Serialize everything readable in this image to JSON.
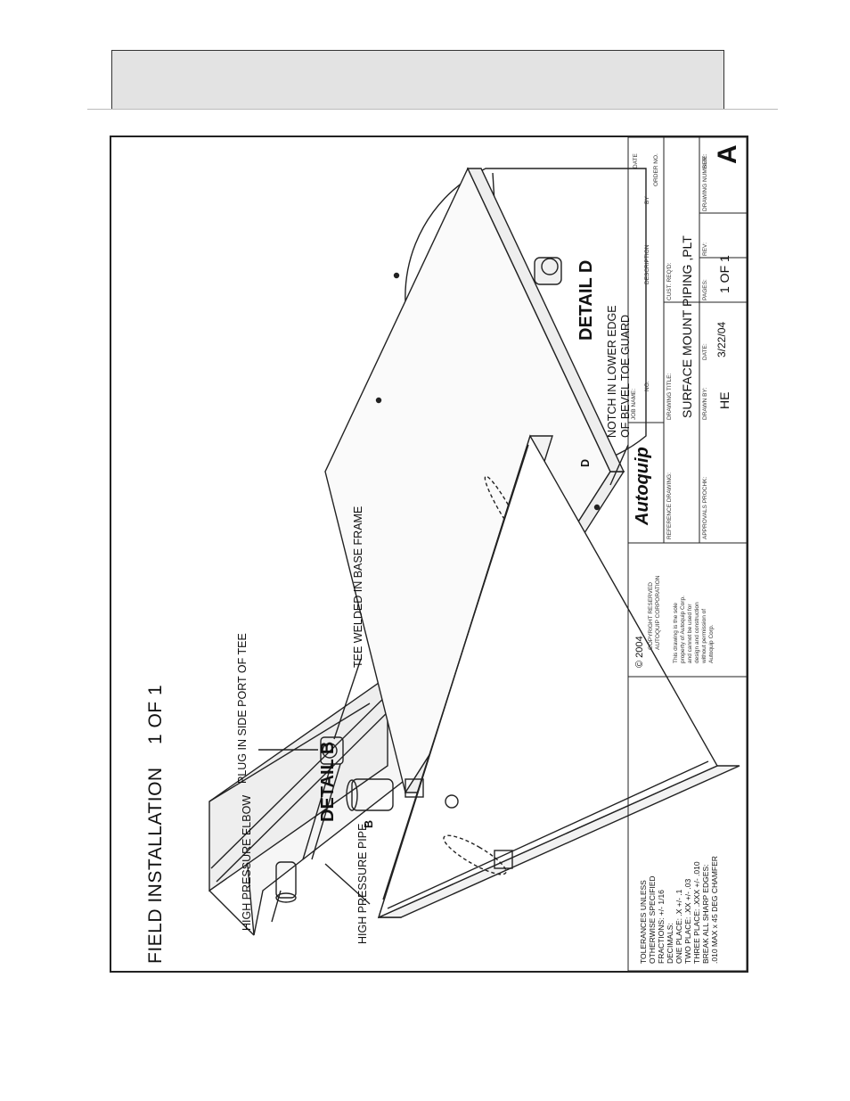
{
  "page": {
    "heading": "FIELD INSTALLATION",
    "heading_pages": "1 OF 1"
  },
  "labels": {
    "high_pressure_elbow": "HIGH PRESSURE ELBOW",
    "high_pressure_pipe": "HIGH PRESSURE PIPE",
    "plug_in_side_port": "PLUG IN SIDE PORT OF TEE",
    "tee_welded": "TEE WELDED IN BASE FRAME",
    "notch_line1": "NOTCH IN LOWER EDGE",
    "notch_line2": "OF BEVEL TOE GUARD",
    "detail_b": "DETAIL B",
    "detail_d": "DETAIL D",
    "callout_b": "B",
    "callout_d": "D"
  },
  "title_block": {
    "tolerances": [
      "TOLERANCES UNLESS",
      "OTHERWISE SPECIFIED",
      "FRACTIONS:      +/- 1/16",
      "DECIMALS:",
      "ONE PLACE:    .X     +/- .1",
      "TWO PLACE:    .XX    +/- .03",
      "THREE PLACE:  .XXX  +/- .010",
      "BREAK ALL SHARP EDGES:",
      ".010 MAX x 45 DEG CHAMFER"
    ],
    "copyright_year": "2004",
    "copyright_lines": [
      "COPYRIGHT RESERVED",
      "AUTOQUIP CORPORATION"
    ],
    "notice": [
      "This drawing is the sole",
      "property of Autoquip Corp.",
      "and cannot be used for",
      "design and construction",
      "without permission of",
      "Autoquip Corp."
    ],
    "logo": "Autoquip",
    "reference_drawing": "REFERENCE DRAWING:",
    "approvals": "APPROVALS PROCHK:",
    "drawn_by_label": "DRAWN BY:",
    "drawn_by": "HE",
    "date_label": "DATE:",
    "date": "3/22/04",
    "drawing_title_label": "DRAWING TITLE:",
    "drawing_title": "SURFACE MOUNT  PIPING  ,PLT",
    "job_name_label": "JOB NAME:",
    "cust_reqd_label": "CUST. REQ'D:",
    "pages_label": "PAGES:",
    "pages": "1 OF 1",
    "rev_label": "REV:",
    "drawing_number_label": "DRAWING NUMBER:",
    "size_label": "SIZE:",
    "size": "A",
    "no_label": "NO.",
    "description_label": "DESCRIPTION",
    "by_label": "BY",
    "date_col_label": "DATE",
    "order_no_label": "ORDER NO."
  }
}
